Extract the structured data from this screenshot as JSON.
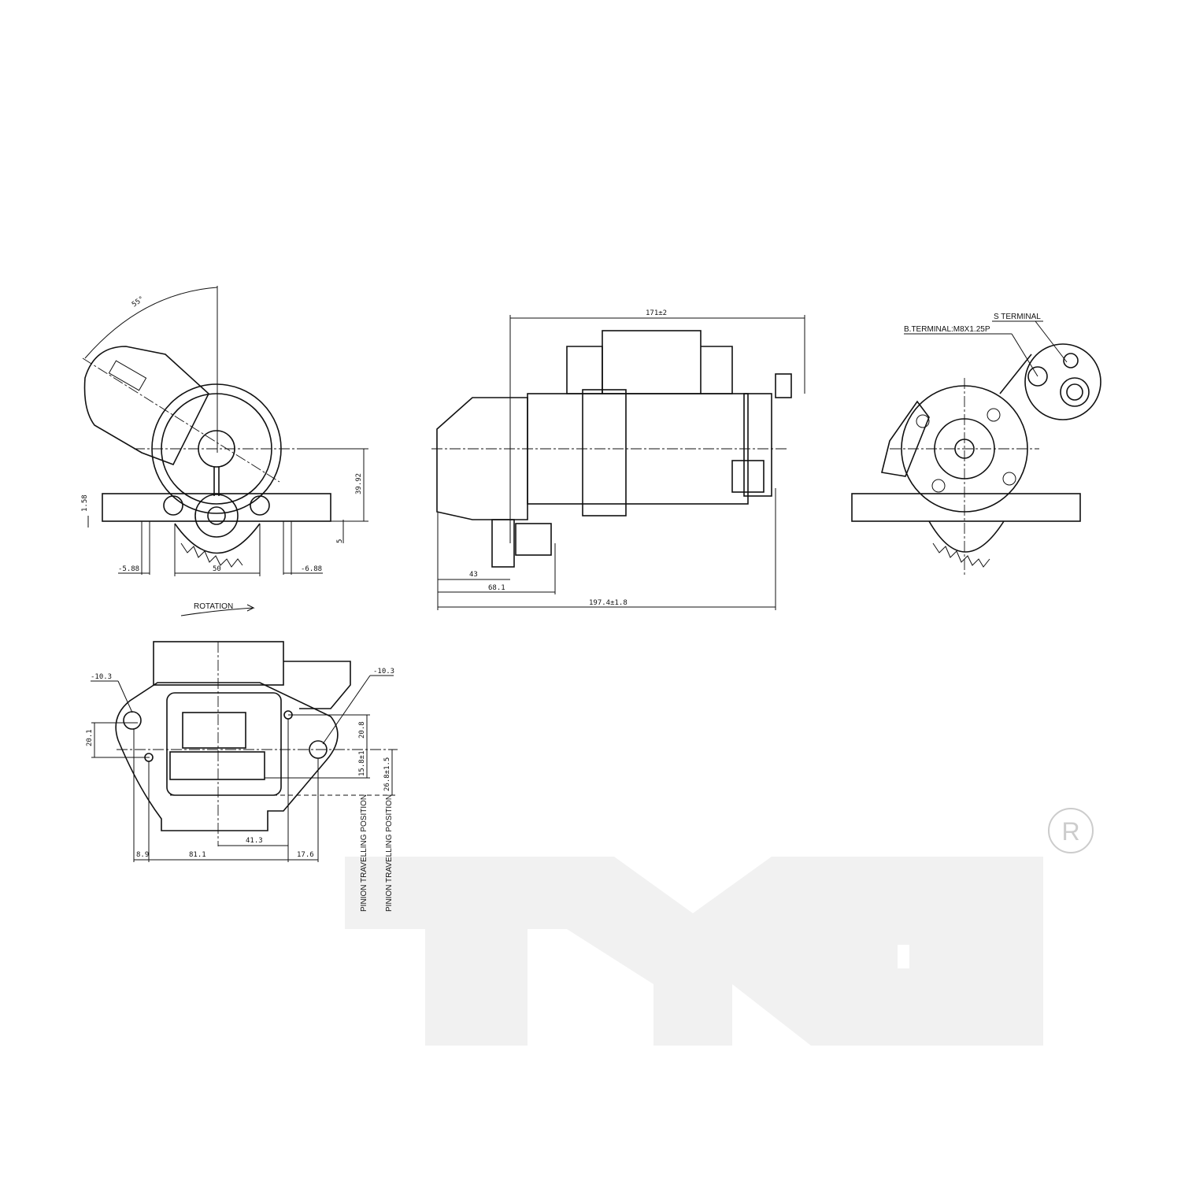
{
  "drawing": {
    "left_view": {
      "angle": "55°",
      "height_dim": "39.92",
      "flange_dim": "1.58",
      "offset_dim": "5",
      "left_hole": "-5.88",
      "right_hole": "-6.88",
      "width_dim": "50",
      "rotation_label": "ROTATION"
    },
    "side_view": {
      "overall_top": "171±2",
      "dim_43": "43",
      "dim_68": "68.1",
      "overall_bottom": "197.4±1.8"
    },
    "right_view": {
      "s_terminal": "S TERMINAL",
      "b_terminal": "B.TERMINAL:M8X1.25P"
    },
    "bottom_view": {
      "hole_left": "-10.3",
      "hole_right": "-10.3",
      "dim_20_1": "20.1",
      "dim_20_8": "20.8",
      "dim_15_8": "15.8±1",
      "dim_26_8": "26.8±1.5",
      "dim_8_9": "8.9",
      "dim_81_1": "81.1",
      "dim_41_3": "41.3",
      "dim_17_6": "17.6",
      "pinion_1": "PINION TRAVELLING POSITION",
      "pinion_2": "PINION TRAVELLING POSITION"
    }
  },
  "logo": {
    "text": "TYC",
    "registered": "®"
  }
}
